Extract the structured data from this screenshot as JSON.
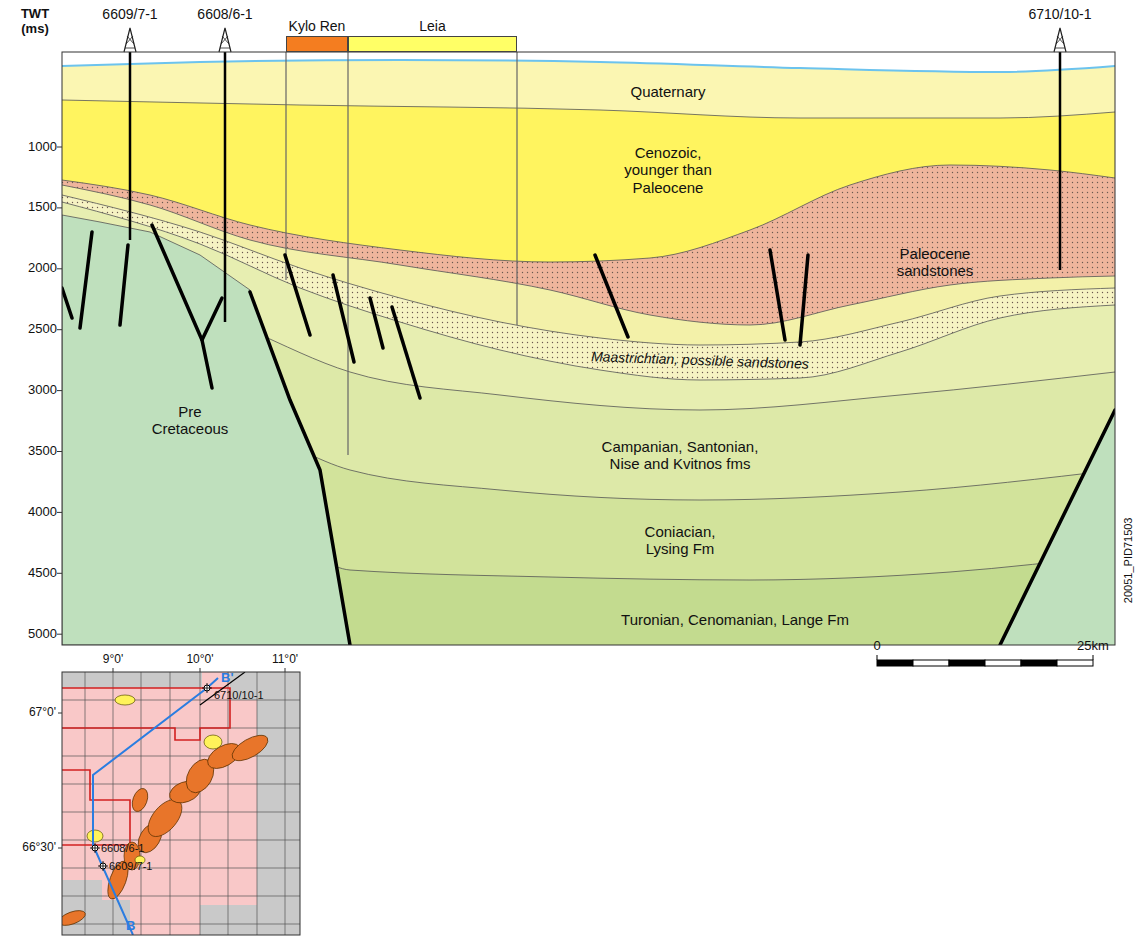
{
  "diagram": {
    "nodes": [
      {
        "text": [
          "Kylo Ren"
        ]
      },
      {
        "text": [
          "Leia"
        ]
      }
    ],
    "labels": [
      "TWT (ms)",
      "1000",
      "1500",
      "2000",
      "2500",
      "3000",
      "3500",
      "4000",
      "4500",
      "5000",
      "6609/7-1",
      "6608/6-1",
      "6710/10-1",
      "Quaternary",
      "Cenozoic, younger than Paleocene",
      "Paleocene sandstones",
      "Maastrichtian, possible sandstones",
      "Campanian, Santonian, Nise and Kvitnos fms",
      "Coniacian, Lysing Fm",
      "Turonian, Cenomanian, Lange Fm",
      "Pre Cretaceous",
      "0",
      "25km",
      "20051_PID71503",
      "9°0'",
      "10°0'",
      "11°0'",
      "67°0'",
      "66°30'",
      "B'",
      "B",
      "6710/10-1",
      "6608/6-1",
      "6609/7-1"
    ]
  }
}
